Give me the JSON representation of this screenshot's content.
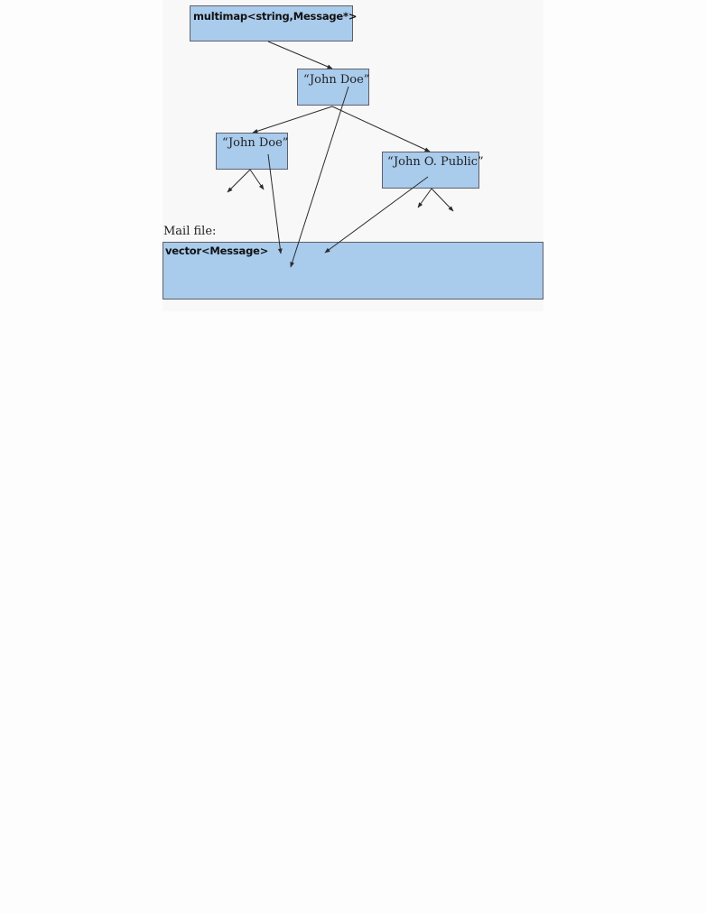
{
  "multimap": {
    "label": "multimap<string,Message*>"
  },
  "nodes": {
    "root_key": "“John Doe”",
    "left_key": "“John Doe”",
    "right_key": "“John O. Public”"
  },
  "mail_file": {
    "caption": "Mail file:",
    "vector_label": "vector<Message>"
  },
  "colors": {
    "box_fill": "#a9cbec",
    "box_border": "#5f5f6a",
    "arrow": "#2b2b2b"
  }
}
